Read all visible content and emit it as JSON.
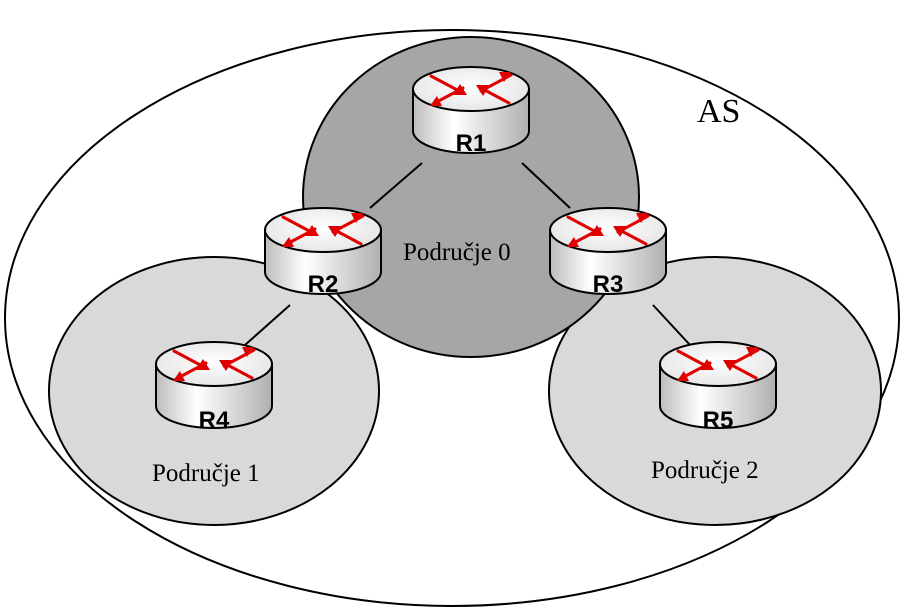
{
  "as_label": "AS",
  "areas": [
    {
      "id": "area-0",
      "label": "Područje 0",
      "fill": "#a6a6a6"
    },
    {
      "id": "area-1",
      "label": "Područje 1",
      "fill": "#d9d9d9"
    },
    {
      "id": "area-2",
      "label": "Područje 2",
      "fill": "#d9d9d9"
    }
  ],
  "routers": [
    {
      "id": "r1",
      "label": "R1"
    },
    {
      "id": "r2",
      "label": "R2"
    },
    {
      "id": "r3",
      "label": "R3"
    },
    {
      "id": "r4",
      "label": "R4"
    },
    {
      "id": "r5",
      "label": "R5"
    }
  ],
  "links": [
    {
      "from": "R1",
      "to": "R2"
    },
    {
      "from": "R1",
      "to": "R3"
    },
    {
      "from": "R2",
      "to": "R4"
    },
    {
      "from": "R3",
      "to": "R5"
    }
  ],
  "colors": {
    "arrow": "#e00000",
    "router_top": "#ffffff",
    "router_side": "#e6e6e6",
    "stroke": "#000000"
  }
}
